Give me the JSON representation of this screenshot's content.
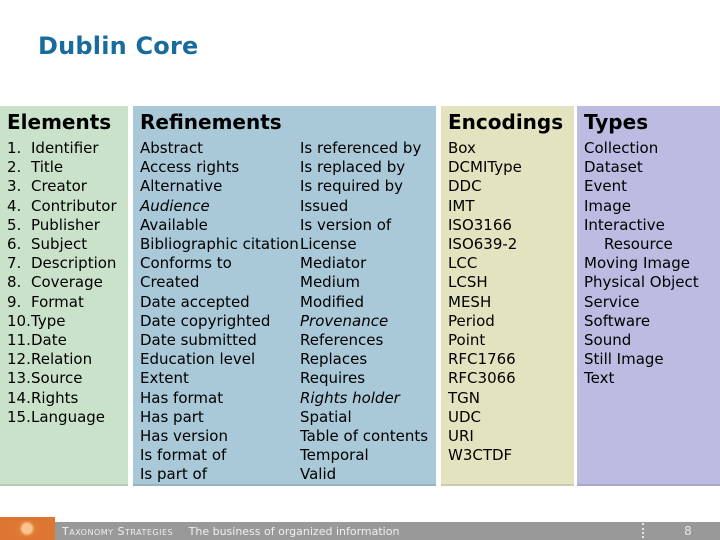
{
  "title": "Dublin Core",
  "columns": {
    "elements": {
      "header": "Elements",
      "items": [
        {
          "num": "1.",
          "label": "Identifier"
        },
        {
          "num": "2.",
          "label": "Title"
        },
        {
          "num": "3.",
          "label": "Creator"
        },
        {
          "num": "4.",
          "label": "Contributor"
        },
        {
          "num": "5.",
          "label": "Publisher"
        },
        {
          "num": "6.",
          "label": "Subject"
        },
        {
          "num": "7.",
          "label": "Description"
        },
        {
          "num": "8.",
          "label": "Coverage"
        },
        {
          "num": "9.",
          "label": "Format"
        },
        {
          "num": "10.",
          "label": "Type"
        },
        {
          "num": "11.",
          "label": "Date"
        },
        {
          "num": "12.",
          "label": "Relation"
        },
        {
          "num": "13.",
          "label": "Source"
        },
        {
          "num": "14.",
          "label": "Rights"
        },
        {
          "num": "15.",
          "label": "Language"
        }
      ]
    },
    "refinements": {
      "header": "Refinements",
      "col1": [
        "Abstract",
        "Access rights",
        "Alternative",
        "Audience",
        "Available",
        "Bibliographic citation",
        "Conforms to",
        "Created",
        "Date accepted",
        "Date copyrighted",
        "Date submitted",
        "Education level",
        "Extent",
        "Has format",
        "Has part",
        "Has version",
        "Is format of",
        "Is part of"
      ],
      "col2": [
        "Is referenced by",
        "Is replaced by",
        "Is required by",
        "Issued",
        "Is version of",
        "License",
        "Mediator",
        "Medium",
        "Modified",
        "Provenance",
        "References",
        "Replaces",
        "Requires",
        "Rights holder",
        "Spatial",
        "Table of contents",
        "Temporal",
        "Valid"
      ]
    },
    "encodings": {
      "header": "Encodings",
      "items": [
        "Box",
        "DCMIType",
        "DDC",
        "IMT",
        "ISO3166",
        "ISO639-2",
        "LCC",
        "LCSH",
        "MESH",
        "Period",
        "Point",
        "RFC1766",
        "RFC3066",
        "TGN",
        "UDC",
        "URI",
        "W3CTDF"
      ]
    },
    "types": {
      "header": "Types",
      "items": [
        "Collection",
        "Dataset",
        "Event",
        "Image",
        "Interactive Resource",
        "Moving Image",
        "Physical Object",
        "Service",
        "Software",
        "Sound",
        "Still Image",
        "Text"
      ]
    }
  },
  "footer": {
    "brand": "Taxonomy Strategies",
    "tagline": "The business of organized information",
    "page_number": "8"
  },
  "colors": {
    "title": "#1a6b9d",
    "elements_bg": "#cbe2ca",
    "refinements_bg": "#a9c8d8",
    "encodings_bg": "#e4e3bf",
    "types_bg": "#bcbce2",
    "footer_bg": "#9a999a",
    "logo_orange": "#dd7633"
  }
}
